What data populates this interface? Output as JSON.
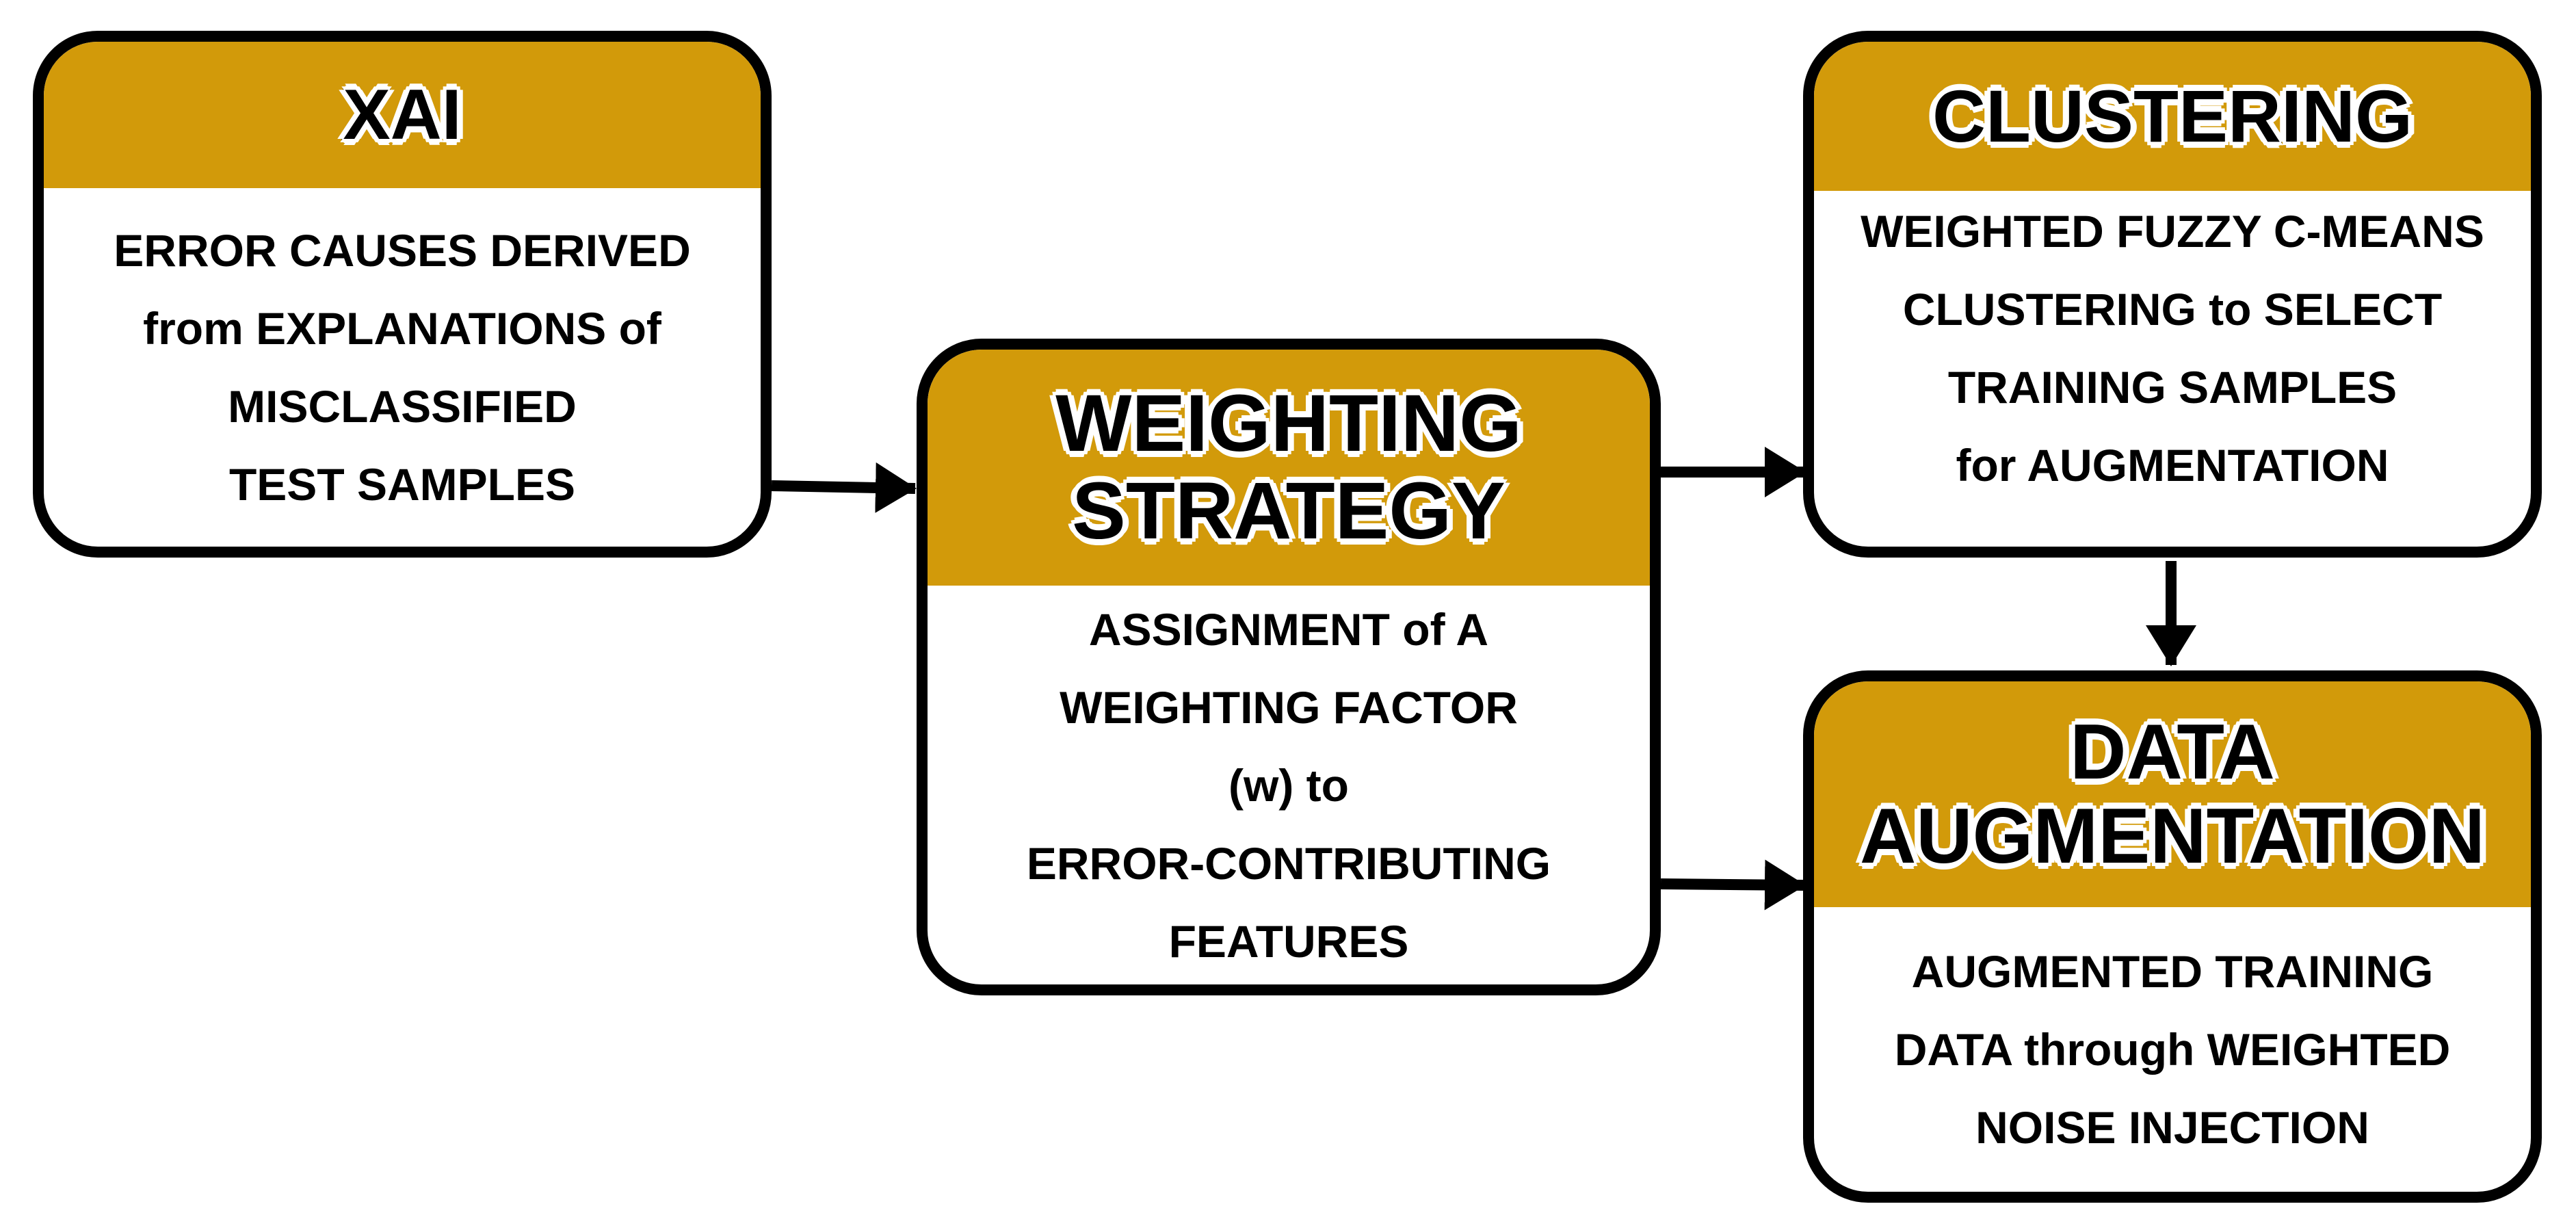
{
  "colors": {
    "header": "#d29a0a",
    "border": "#000000",
    "background": "#ffffff"
  },
  "xai": {
    "title": "XAI",
    "lines": [
      "ERROR CAUSES DERIVED",
      "from EXPLANATIONS of",
      "MISCLASSIFIED",
      "TEST SAMPLES"
    ]
  },
  "weighting": {
    "title_lines": [
      "WEIGHTING",
      "STRATEGY"
    ],
    "lines": [
      "ASSIGNMENT of A",
      "WEIGHTING FACTOR",
      "(w) to",
      "ERROR-CONTRIBUTING",
      "FEATURES"
    ]
  },
  "clustering": {
    "title": "CLUSTERING",
    "lines": [
      "WEIGHTED FUZZY C-MEANS",
      "CLUSTERING to SELECT",
      "TRAINING SAMPLES",
      "for AUGMENTATION"
    ]
  },
  "augmentation": {
    "title_lines": [
      "DATA",
      "AUGMENTATION"
    ],
    "lines": [
      "AUGMENTED TRAINING",
      "DATA through WEIGHTED",
      "NOISE INJECTION"
    ]
  }
}
